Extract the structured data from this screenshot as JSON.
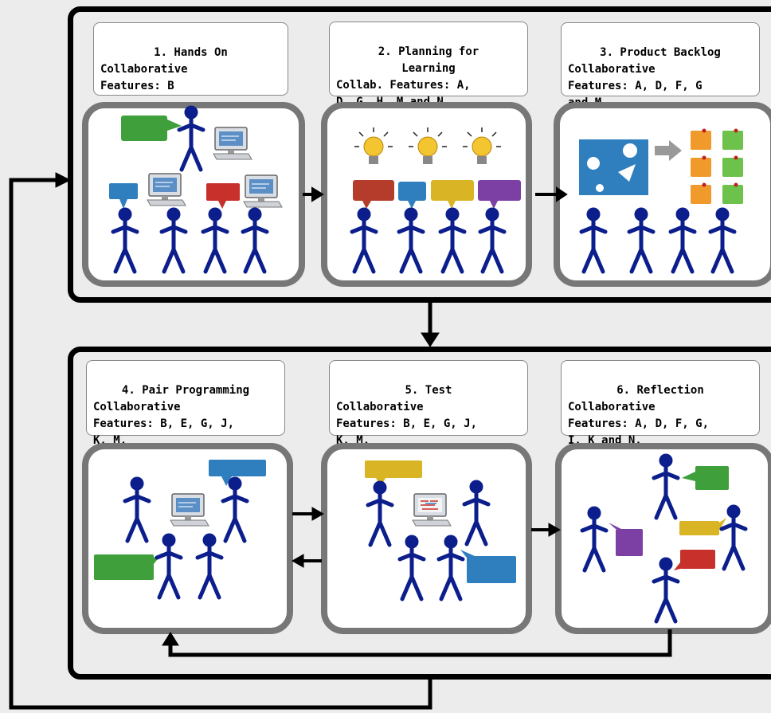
{
  "stages": [
    {
      "title": "1. Hands On",
      "body": "Collaborative\nFeatures: B"
    },
    {
      "title": "2. Planning for\nLearning",
      "body": "Collab.  Features:  A,\nD, G, H, M and N"
    },
    {
      "title": "3. Product Backlog",
      "body": "Collaborative\nFeatures:  A,  D,  F,  G\n and M"
    },
    {
      "title": "4. Pair Programming",
      "body": "Collaborative\nFeatures: B, E, G, J,\nK, M."
    },
    {
      "title": "5. Test",
      "body": "Collaborative\nFeatures: B, E, G, J,\nK, M."
    },
    {
      "title": "6. Reflection",
      "body": "Collaborative\nFeatures: A, D, F, G,\nI, K and N."
    }
  ],
  "colors": {
    "figure": "#0b1e8c",
    "green": "#3f9f3a",
    "blue": "#2f7fbf",
    "red": "#c8302b",
    "yellow": "#d9b526",
    "purple": "#7c3fa4",
    "brick": "#b53c2a",
    "orange": "#f09a2c",
    "panel_border": "#777777"
  }
}
